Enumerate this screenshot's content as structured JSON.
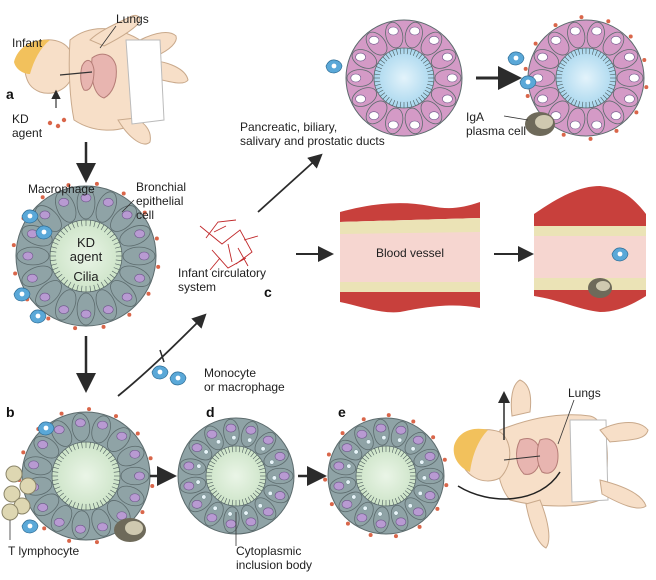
{
  "panels": {
    "a": "a",
    "b": "b",
    "c": "c",
    "d": "d",
    "e": "e"
  },
  "labels": {
    "infant": "Infant",
    "lungs_top": "Lungs",
    "kd_agent_1": "KD",
    "kd_agent_2": "agent",
    "macrophage": "Macrophage",
    "bronchial_1": "Bronchial",
    "bronchial_2": "epithelial",
    "bronchial_3": "cell",
    "kd_center_1": "KD",
    "kd_center_2": "agent",
    "cilia": "Cilia",
    "ducts_1": "Pancreatic, biliary,",
    "ducts_2": "salivary and prostatic ducts",
    "iga_1": "IgA",
    "iga_2": "plasma cell",
    "circ_1": "Infant circulatory",
    "circ_2": "system",
    "blood_vessel": "Blood vessel",
    "monocyte_1": "Monocyte",
    "monocyte_2": "or macrophage",
    "t_lymphocyte": "T lymphocyte",
    "cyto_1": "Cytoplasmic",
    "cyto_2": "inclusion body",
    "lungs_bottom": "Lungs"
  },
  "colors": {
    "bronchial_cell": "#8fa3a6",
    "bronchial_nucleus": "#b89ad2",
    "lumen_green": "#d7ead3",
    "duct_cell": "#d49ac6",
    "duct_nucleus": "#ffffff",
    "duct_lumen": "#bfe2f2",
    "vessel_wall": "#c8403c",
    "vessel_lumen": "#f6d6d0",
    "skin": "#f7dfc8",
    "hair": "#f2c15c",
    "macrophage": "#5aa8d8",
    "agent_dot": "#d9664a"
  }
}
